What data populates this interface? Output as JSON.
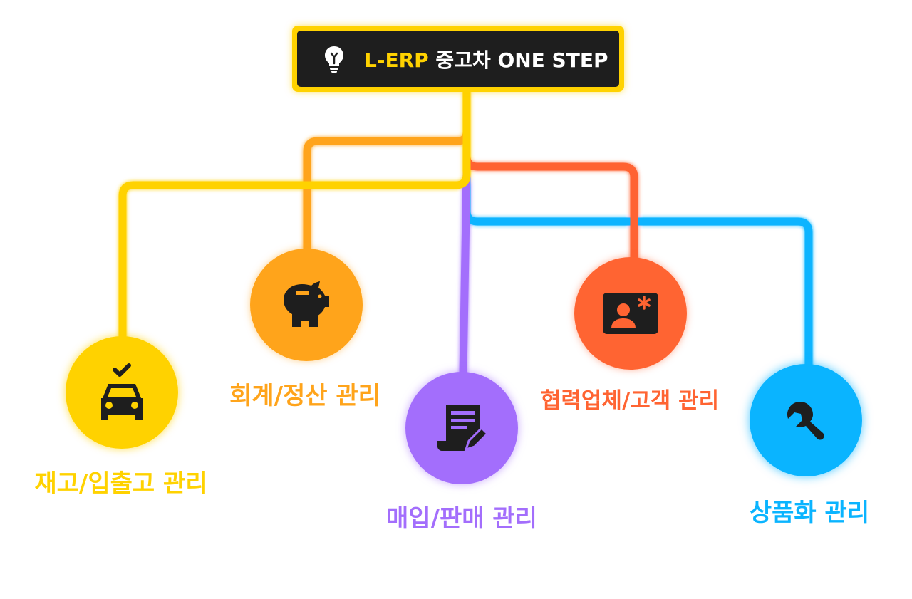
{
  "header": {
    "brand": "L-ERP",
    "title": "중고차 ONE STEP",
    "icon": "lightbulb-icon"
  },
  "modules": [
    {
      "id": "inventory",
      "label": "재고/입출고 관리",
      "color": "#ffd200",
      "icon": "car-check-icon"
    },
    {
      "id": "accounting",
      "label": "회계/정산 관리",
      "color": "#ffa41b",
      "icon": "piggy-bank-icon"
    },
    {
      "id": "purchase",
      "label": "매입/판매 관리",
      "color": "#a36efc",
      "icon": "document-edit-icon"
    },
    {
      "id": "partner",
      "label": "협력업체/고객 관리",
      "color": "#ff6432",
      "icon": "id-card-icon"
    },
    {
      "id": "product",
      "label": "상품화 관리",
      "color": "#0ab4ff",
      "icon": "wrench-icon"
    }
  ]
}
